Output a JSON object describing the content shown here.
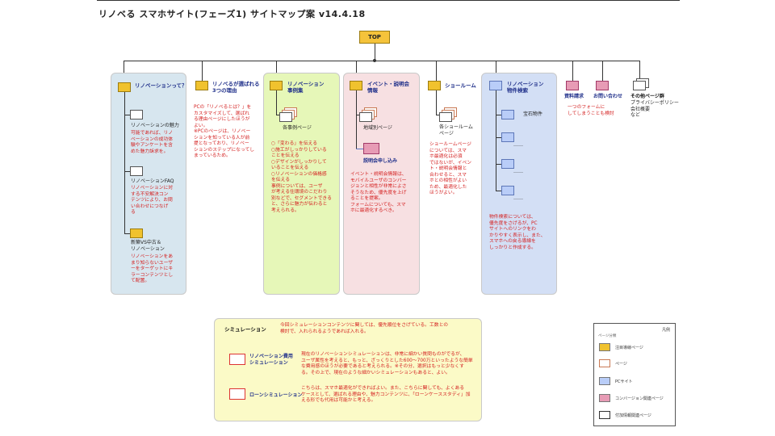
{
  "title": "リノベる スマホサイト(フェーズ1) サイトマップ案 v14.4.18",
  "top_label": "TOP",
  "sections": {
    "renovation": {
      "title": "リノベーションって？",
      "p1": "リノベーションの魅力",
      "p1_note": [
        "可能であれば、リノ",
        "ベーションの成功体",
        "験やアンケートを含",
        "めた魅力訴求を。"
      ],
      "p2": "リノベーションFAQ",
      "p2_note": [
        "リノベーションに対",
        "する不安解決コン",
        "テンツにより、お問",
        "い合わせにつなげ",
        "る"
      ],
      "p3": [
        "新築VS中古＆",
        "リノベーション"
      ],
      "p3_note": [
        "リノベーションをあ",
        "まり知らないユーザ",
        "ーをターゲットにキ",
        "ラーコンテンツとし",
        "て配置。"
      ]
    },
    "reasons": {
      "title": [
        "リノべるが選ばれる",
        "3つの理由"
      ],
      "note": [
        "PCの「リノベるとは？」を",
        "カスタマイズして、選ばれ",
        "る理由ページにしたほうが",
        "よい。",
        "",
        "※PCのページは、リノベー",
        "ションを知っている人が前",
        "提となっており、リノベー",
        "ションのステップになってし",
        "まっているため。"
      ]
    },
    "cases": {
      "title": [
        "リノベーション",
        "事例集"
      ],
      "page": "各事例ページ",
      "note": [
        "○「変わる」を伝える",
        "",
        "○施工がしっかりしている",
        "ことを伝える",
        "",
        "○デザインがしっかりして",
        "いることを伝える",
        "",
        "○リノベーションの価格感",
        "を伝える",
        "",
        "事例については、ユーザ",
        "が考える住環境のこだわり",
        "別などで、セグメントできる",
        "と、さらに魅力が伝わると",
        "考えられる。"
      ]
    },
    "events": {
      "title": [
        "イベント・説明会",
        "情報"
      ],
      "page": "地域別ページ",
      "apply": "説明会申し込み",
      "note": [
        "イベント・説明会情報は、",
        "モバイルユーザのコンバー",
        "ジョンと相性が非常によさ",
        "そうなため、優先度を上げ",
        "ることを提案。",
        "",
        "フォームについても、スマ",
        "ホに最適化するべき。"
      ]
    },
    "showroom": {
      "title": "ショールーム",
      "page": [
        "各ショールーム",
        "ページ"
      ],
      "note": [
        "ショールームページ",
        "については、スマ",
        "ホ最適化は必須",
        "ではないが、イベン",
        "ト・説明会情報と",
        "合わせると、スマ",
        "ホとの相性がよい",
        "ため、最適化した",
        "ほうがよい。"
      ]
    },
    "property": {
      "title": [
        "リノベーション",
        "物件検索"
      ],
      "p1": "宝石物件",
      "dots": "……",
      "note": [
        "物件検索については、",
        "優先度をさげるが、PC",
        "サイトへのリンクをわ",
        "かりやすく表示し、また、",
        "スマホへの戻る導線を",
        "しっかりと作成する。"
      ]
    },
    "request": {
      "title": "資料請求"
    },
    "contact": {
      "title": "お問い合わせ"
    },
    "form_note": [
      "一つのフォームに",
      "してしまうことも検討"
    ],
    "others": {
      "title": "その他ページ群",
      "items": [
        "プライバシーポリシー",
        "会社概要",
        "など"
      ]
    }
  },
  "simulation": {
    "title": "シミュレーション",
    "intro": [
      "今回シミュレーションコンテンツに関しては、優先順位をさげている。工数との",
      "検討で、入れられるようであれば入れる。"
    ],
    "cost": {
      "label": [
        "リノベーション費用",
        "シミュレーション"
      ],
      "note": [
        "現在のリノベーションシミュレーションは、非常に細かい質問ものがでるが、",
        "ユーザ属性を考えると、もっと、ざっくりとした600～700万といったような簡単",
        "な費用感のほうが必要であると考えられる。※その分、選択はもっと少なくす",
        "る。その上で、現在のような細かいシミュレーションもあると、よい。"
      ]
    },
    "loan": {
      "label": "ローンシミュレーション",
      "note": [
        "こちらは、スマホ最適化ができればよい。また、こちらに関しても、よくある",
        "ケースとして、選ばれる理由や、魅力コンテンツに、「ローンケーススタディ」加",
        "える形でも代用は可能かと考える。"
      ]
    }
  },
  "legend": {
    "title": "凡例",
    "header": "ページ分類",
    "items": [
      "注目導線ページ",
      "ページ",
      "PCサイト",
      "コンバージョン関連ページ",
      "付加情報関連ページ"
    ],
    "colors": [
      "#f0c22e",
      "#ffffff",
      "#b9cdf8",
      "#e79bb5",
      "#ffffff"
    ]
  }
}
